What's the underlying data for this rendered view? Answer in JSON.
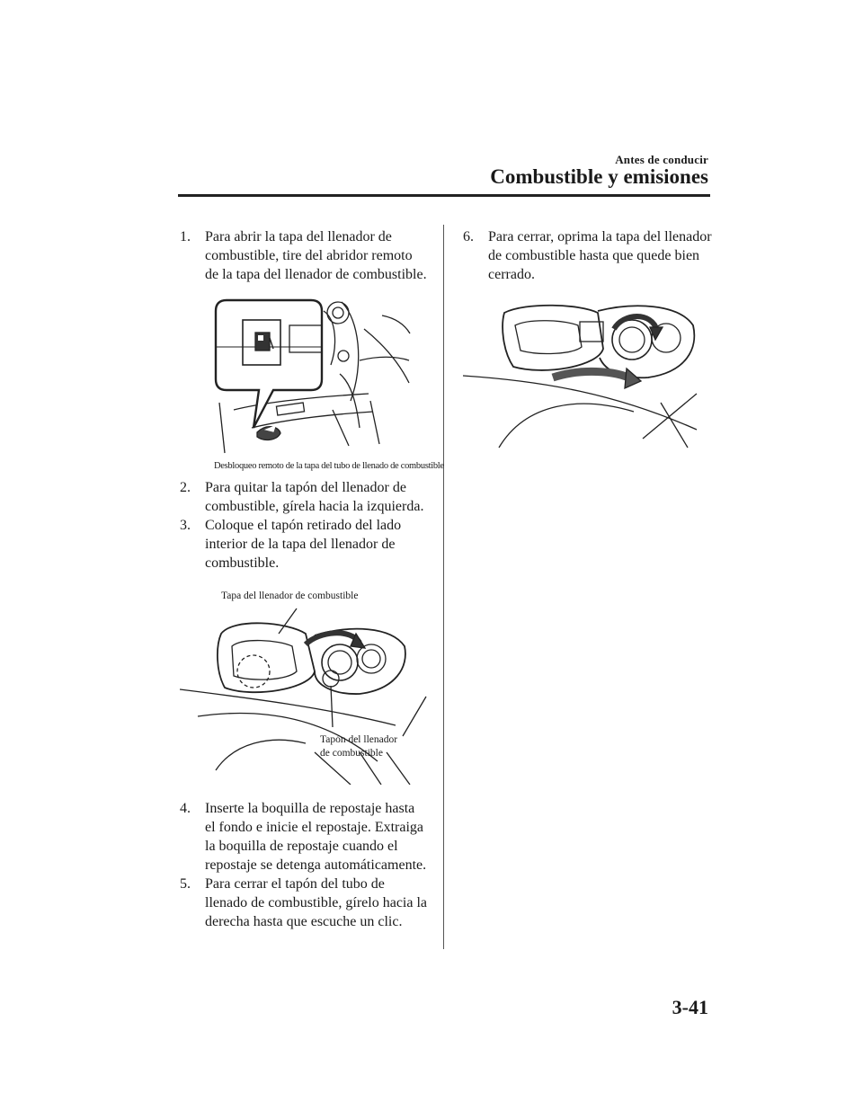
{
  "header": {
    "section": "Antes de conducir",
    "title": "Combustible y emisiones"
  },
  "steps": [
    {
      "num": "1.",
      "text": "Para abrir la tapa del llenador de combustible, tire del abridor remoto de la tapa del llenador de combustible."
    },
    {
      "num": "2.",
      "text": "Para quitar la tapón del llenador de combustible, gírela hacia la izquierda."
    },
    {
      "num": "3.",
      "text": "Coloque el tapón retirado del lado interior de la tapa del llenador de combustible."
    },
    {
      "num": "4.",
      "text": "Inserte la boquilla de repostaje hasta el fondo e inicie el repostaje. Extraiga la boquilla de repostaje cuando el repostaje se detenga automáticamente."
    },
    {
      "num": "5.",
      "text": "Para cerrar el tapón del tubo de llenado de combustible, gírelo hacia la derecha hasta que escuche un clic."
    },
    {
      "num": "6.",
      "text": "Para cerrar, oprima la tapa del llenador de combustible hasta que quede bien cerrado."
    }
  ],
  "figures": {
    "release_caption": "Desbloqueo remoto de la tapa del tubo de llenado de combustible",
    "door_caption": "Tapa del llenador de combustible",
    "cap_caption_line1": "Tapón del llenador",
    "cap_caption_line2": "de combustible"
  },
  "page_number": "3-41"
}
